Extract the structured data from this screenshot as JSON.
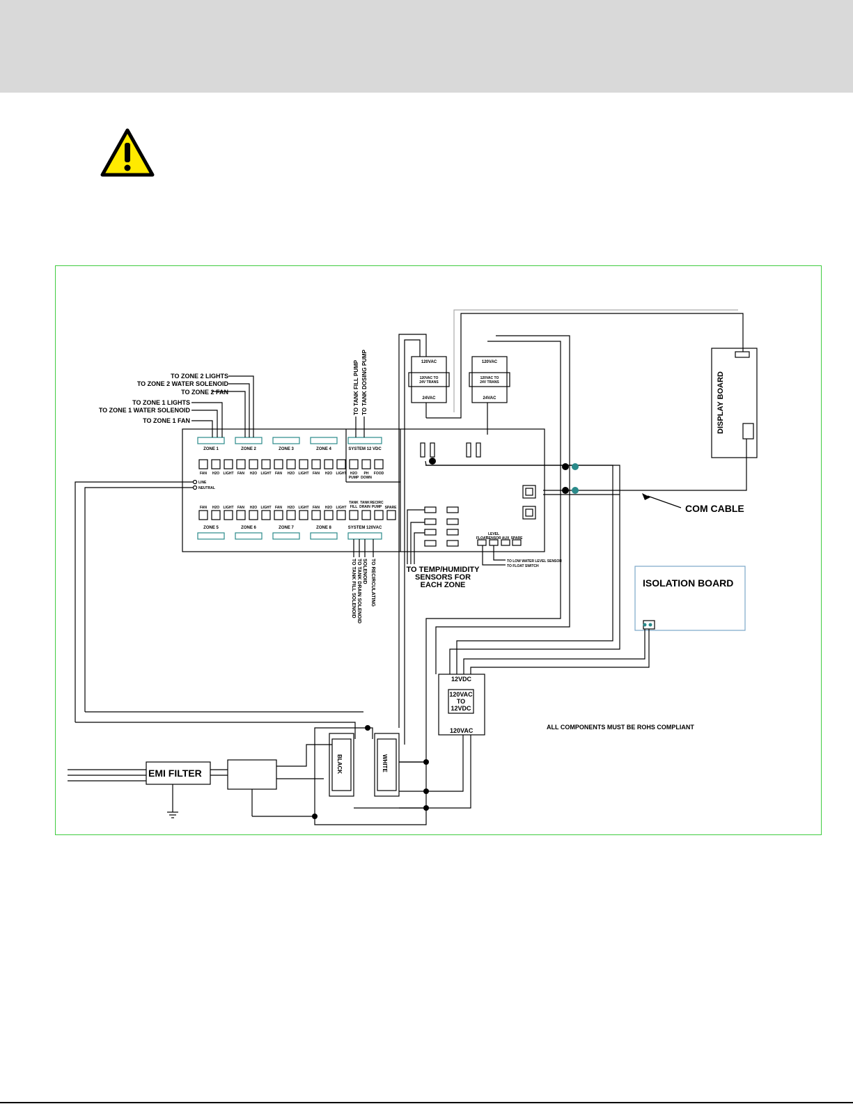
{
  "labels": {
    "to_zone2_lights": "TO ZONE 2 LIGHTS",
    "to_zone2_water_solenoid": "TO ZONE 2 WATER SOLENOID",
    "to_zone2_fan": "TO ZONE 2 FAN",
    "to_zone1_lights": "TO ZONE 1 LIGHTS",
    "to_zone1_water_solenoid": "TO ZONE 1 WATER SOLENOID",
    "to_zone1_fan": "TO ZONE 1 FAN",
    "to_tank_fill_pump": "TO TANK FILL PUMP",
    "to_tank_dosing_pump": "TO TANK DOSING PUMP",
    "zone1": "ZONE 1",
    "zone2": "ZONE 2",
    "zone3": "ZONE 3",
    "zone4": "ZONE 4",
    "zone5": "ZONE 5",
    "zone6": "ZONE 6",
    "zone7": "ZONE 7",
    "zone8": "ZONE 8",
    "system_12vdc": "SYSTEM 12 VDC",
    "system_120vac": "SYSTEM 120VAC",
    "fan": "FAN",
    "h2o": "H2O",
    "light": "LIGHT",
    "h2o_pump_1": "H2O",
    "h2o_pump_2": "PUMP",
    "ph_down_1": "PH",
    "ph_down_2": "DOWN",
    "food": "FOOD",
    "tank_fill_1": "TANK",
    "tank_fill_2": "FILL",
    "tank_drain_1": "TANK",
    "tank_drain_2": "DRAIN",
    "recirc_pump_1": "RECIRC",
    "recirc_pump_2": "PUMP",
    "spare": "SPARE",
    "line": "LINE",
    "neutral": "NEUTRAL",
    "to_tank_fill_solenoid": "TO TANK FILL SOLENOID",
    "to_tank_drain_solenoid": "TO TANK DRAIN SOLENOID",
    "solenoid": "SOLENOID",
    "to_recirculating": "TO RECIRCULATING",
    "to_temp_humidity_1": "TO TEMP/HUMIDITY",
    "to_temp_humidity_2": "SENSORS FOR",
    "to_temp_humidity_3": "EACH ZONE",
    "level": "LEVEL",
    "float": "FLOAT",
    "sensor": "SENSOR",
    "aux": "AUX",
    "spare_small": "SPARE",
    "to_low_water_level_sensor": "TO LOW WATER LEVEL SENSOR",
    "to_float_switch": "TO FLOAT SWITCH",
    "trans_120vac": "120VAC",
    "trans_120_to_24_1": "120VAC TO",
    "trans_120_to_24_2": "24V TRANS",
    "trans_24vac": "24VAC",
    "display_board": "DISPLAY BOARD",
    "com_cable": "COM CABLE",
    "isolation_board": "ISOLATION BOARD",
    "psu_12vdc": "12VDC",
    "psu_120vac_to_1": "120VAC",
    "psu_120vac_to_2": "TO",
    "psu_120vac_to_3": "12VDC",
    "psu_120vac": "120VAC",
    "rohs_note": "ALL COMPONENTS MUST BE ROHS COMPLIANT",
    "emi_filter": "EMI FILTER",
    "black": "BLACK",
    "white": "WHITE"
  },
  "colors": {
    "frame": "#3fcc3f",
    "header": "#d9d9d9",
    "warning": "#ffea00",
    "connector": "#2a8a8a",
    "isolation": "#7aa7c7"
  },
  "icons": {
    "warning": "warning-triangle-icon"
  }
}
